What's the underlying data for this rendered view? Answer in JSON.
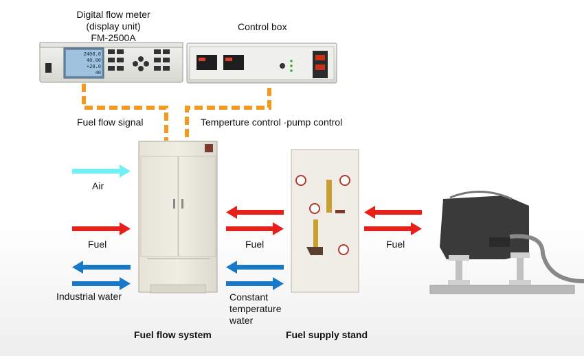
{
  "labels": {
    "flow_meter_line1": "Digital flow meter",
    "flow_meter_line2": "(display unit)",
    "flow_meter_model": "FM-2500A",
    "control_box": "Control box",
    "fuel_flow_signal": "Fuel flow signal",
    "temp_pump_control": "Temperture control ·pump control",
    "air": "Air",
    "fuel_left": "Fuel",
    "fuel_middle": "Fuel",
    "fuel_right": "Fuel",
    "industrial_water": "Industrial water",
    "constant_temp_line1": "Constant",
    "constant_temp_line2": "temperature",
    "constant_temp_line3": "water",
    "fuel_flow_system": "Fuel flow system",
    "fuel_supply_stand": "Fuel supply stand"
  },
  "display_readings": [
    "2400.0",
    "40.00",
    "+20.0",
    "40"
  ],
  "colors": {
    "air_arrow": "#6ff0f4",
    "fuel_arrow": "#e8201a",
    "water_arrow": "#1a78c8",
    "signal_line": "#f39a1e"
  }
}
